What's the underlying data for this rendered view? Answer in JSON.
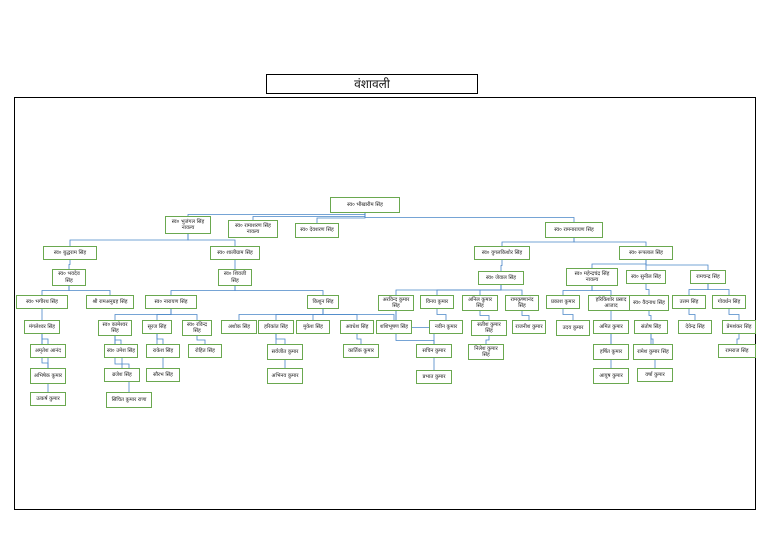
{
  "title": "वंशावली",
  "colors": {
    "node_border": "#6aa84f",
    "link": "#4a86c8",
    "frame": "#000000"
  },
  "nodes": [
    {
      "id": "root",
      "label": "स्व० भीखारीम सिंह"
    },
    {
      "id": "g1a",
      "label": "स्व० भुजंगल सिंह नावल्य"
    },
    {
      "id": "g1b",
      "label": "स्व० रामाशरण सिंह नावल्य"
    },
    {
      "id": "g1c",
      "label": "स्व० देवशरण सिंह"
    },
    {
      "id": "g1d",
      "label": "स्व० रामनारायण सिंह"
    },
    {
      "id": "g2a",
      "label": "स्व० बुद्धराम सिंह"
    },
    {
      "id": "g2b",
      "label": "स्व० शालीग्राम सिंह"
    },
    {
      "id": "g2c",
      "label": "स्व० युगलकिशोर सिंह"
    },
    {
      "id": "g2d",
      "label": "स्व० रूपलाल सिंह"
    },
    {
      "id": "g3a",
      "label": "स्व० भवदेव सिंह"
    },
    {
      "id": "g3b",
      "label": "स्व० शिवजी सिंह"
    },
    {
      "id": "g3c",
      "label": "स्व० जेवाल सिंह"
    },
    {
      "id": "g3d",
      "label": "स्व० महेन्द्रचंद्र सिंह नावल्य"
    },
    {
      "id": "g3e",
      "label": "स्व० सुनील सिंह"
    },
    {
      "id": "g3f",
      "label": "रामचन्द्र सिंह"
    },
    {
      "id": "g4a",
      "label": "स्व० भगीरथ सिंह"
    },
    {
      "id": "g4b",
      "label": "श्री रामअनुग्रह सिंह"
    },
    {
      "id": "g4c",
      "label": "स्व० नारायण सिंह"
    },
    {
      "id": "g4d",
      "label": "किशुन सिंह"
    },
    {
      "id": "g4e",
      "label": "अरविन्द कुमार सिंह"
    },
    {
      "id": "g4f",
      "label": "विनय कुमार"
    },
    {
      "id": "g4g",
      "label": "अनिल कुमार सिंह"
    },
    {
      "id": "g4h",
      "label": "रामकृष्णानंद सिंह"
    },
    {
      "id": "g4i",
      "label": "प्रकाश कुमार"
    },
    {
      "id": "g4j",
      "label": "हरिकिशोर प्रसाद आजाद"
    },
    {
      "id": "g4k",
      "label": "स्व० वैदनाथ सिंह"
    },
    {
      "id": "g4l",
      "label": "उत्तम सिंह"
    },
    {
      "id": "g4m",
      "label": "गोवर्धन सिंह"
    },
    {
      "id": "g5a",
      "label": "मंगलेश्वर सिंह"
    },
    {
      "id": "g5b",
      "label": "स्व० कामेश्वर सिंह"
    },
    {
      "id": "g5c",
      "label": "सूरज सिंह"
    },
    {
      "id": "g5d",
      "label": "स्व० रविन्द्र सिंह"
    },
    {
      "id": "g5e",
      "label": "अशोक सिंह"
    },
    {
      "id": "g5f",
      "label": "हरिकांत सिंह"
    },
    {
      "id": "g5g",
      "label": "मुकेश सिंह"
    },
    {
      "id": "g5h",
      "label": "अवधेश सिंह"
    },
    {
      "id": "g5i",
      "label": "शशिभूषण सिंह"
    },
    {
      "id": "g5j",
      "label": "नवीन कुमार"
    },
    {
      "id": "g5k",
      "label": "सतीश कुमार सिंह"
    },
    {
      "id": "g5l",
      "label": "राजनीश कुमार"
    },
    {
      "id": "g5m",
      "label": "उदय कुमार"
    },
    {
      "id": "g5n",
      "label": "अमित कुमार"
    },
    {
      "id": "g5o",
      "label": "संतोष सिंह"
    },
    {
      "id": "g5p",
      "label": "देवेन्द्र सिंह"
    },
    {
      "id": "g5q",
      "label": "प्रेमशंकर सिंह"
    },
    {
      "id": "g6a",
      "label": "अमृतेश आनंद"
    },
    {
      "id": "g6b",
      "label": "अभिषेक कुमार"
    },
    {
      "id": "g6c",
      "label": "स्व० उमेश सिंह"
    },
    {
      "id": "g6d",
      "label": "राकेश सिंह"
    },
    {
      "id": "g6e",
      "label": "रोहित सिंह"
    },
    {
      "id": "g6f",
      "label": "सर्वजीत कुमार"
    },
    {
      "id": "g6g",
      "label": "कार्तिक कुमार"
    },
    {
      "id": "g6h",
      "label": "सचिन कुमार"
    },
    {
      "id": "g6i",
      "label": "निलेश कुमार सिंह"
    },
    {
      "id": "g6j",
      "label": "हर्षित कुमार"
    },
    {
      "id": "g6k",
      "label": "रामेश कुमार सिंह"
    },
    {
      "id": "g6l",
      "label": "रामराज सिंह"
    },
    {
      "id": "g7a",
      "label": "उत्कर्ष कुमार"
    },
    {
      "id": "g7b",
      "label": "ब्रजेश सिंह"
    },
    {
      "id": "g7c",
      "label": "सौरभ सिंह"
    },
    {
      "id": "g7d",
      "label": "अभिनव कुमार"
    },
    {
      "id": "g7e",
      "label": "प्रभात कुमार"
    },
    {
      "id": "g7f",
      "label": "आयुष कुमार"
    },
    {
      "id": "g7g",
      "label": "वर्षा कुमार"
    },
    {
      "id": "g8a",
      "label": "सिंचित कुमार राणा"
    }
  ],
  "edges": [
    [
      "root",
      "g1a"
    ],
    [
      "root",
      "g1b"
    ],
    [
      "root",
      "g1c"
    ],
    [
      "root",
      "g1d"
    ],
    [
      "g1a",
      "g2a"
    ],
    [
      "g1a",
      "g2b"
    ],
    [
      "g1d",
      "g2c"
    ],
    [
      "g1d",
      "g2d"
    ],
    [
      "g2a",
      "g3a"
    ],
    [
      "g2b",
      "g3b"
    ],
    [
      "g2c",
      "g3c"
    ],
    [
      "g2d",
      "g3d"
    ],
    [
      "g2d",
      "g3e"
    ],
    [
      "g2d",
      "g3f"
    ],
    [
      "g3a",
      "g4a"
    ],
    [
      "g3a",
      "g4b"
    ],
    [
      "g3b",
      "g4c"
    ],
    [
      "g3b",
      "g4d"
    ],
    [
      "g3c",
      "g4e"
    ],
    [
      "g3c",
      "g4f"
    ],
    [
      "g3c",
      "g4g"
    ],
    [
      "g3c",
      "g4h"
    ],
    [
      "g3d",
      "g4i"
    ],
    [
      "g3d",
      "g4j"
    ],
    [
      "g3e",
      "g4k"
    ],
    [
      "g3f",
      "g4l"
    ],
    [
      "g3f",
      "g4m"
    ],
    [
      "g4a",
      "g5a"
    ],
    [
      "g4c",
      "g5b"
    ],
    [
      "g4c",
      "g5c"
    ],
    [
      "g4c",
      "g5d"
    ],
    [
      "g4d",
      "g5e"
    ],
    [
      "g4d",
      "g5f"
    ],
    [
      "g4d",
      "g5g"
    ],
    [
      "g4d",
      "g5h"
    ],
    [
      "g4d",
      "g5i"
    ],
    [
      "g4f",
      "g5j"
    ],
    [
      "g4g",
      "g5k"
    ],
    [
      "g4h",
      "g5l"
    ],
    [
      "g4i",
      "g5m"
    ],
    [
      "g4j",
      "g5n"
    ],
    [
      "g4k",
      "g5o"
    ],
    [
      "g4l",
      "g5p"
    ],
    [
      "g4m",
      "g5q"
    ],
    [
      "g5a",
      "g6a"
    ],
    [
      "g5a",
      "g6b"
    ],
    [
      "g5a",
      "g7a"
    ],
    [
      "g5b",
      "g6c"
    ],
    [
      "g5b",
      "g7b"
    ],
    [
      "g5b",
      "g8a"
    ],
    [
      "g5c",
      "g6d"
    ],
    [
      "g5c",
      "g7c"
    ],
    [
      "g5d",
      "g6e"
    ],
    [
      "g5f",
      "g6f"
    ],
    [
      "g5f",
      "g7d"
    ],
    [
      "g5h",
      "g6g"
    ],
    [
      "g4e",
      "g6h"
    ],
    [
      "g4e",
      "g7e"
    ],
    [
      "g5k",
      "g6i"
    ],
    [
      "g5n",
      "g6j"
    ],
    [
      "g5n",
      "g7f"
    ],
    [
      "g5o",
      "g6k"
    ],
    [
      "g5o",
      "g7g"
    ],
    [
      "g5q",
      "g6l"
    ]
  ]
}
